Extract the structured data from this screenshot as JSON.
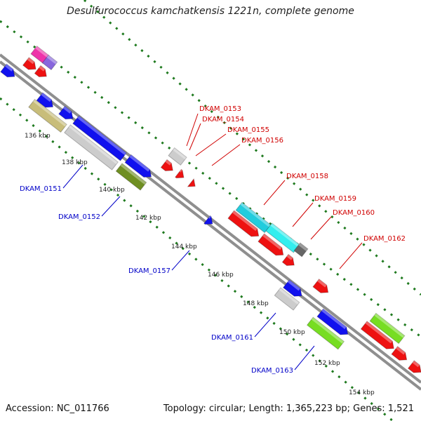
{
  "title": "Desulfurococcus kamchatkensis 1221n, complete genome",
  "footer": {
    "accession": "Accession: NC_011766",
    "topology": "Topology: circular; Length: 1,365,223 bp; Genes: 1,521"
  },
  "colors": {
    "backbone": "#8f8f8f",
    "ruler": "#1f7a1f",
    "forward_label": "#d00000",
    "reverse_label": "#0000c8",
    "tick_label": "#222222"
  },
  "scale": {
    "ticks": [
      "136 kbp",
      "138 kbp",
      "140 kbp",
      "142 kbp",
      "144 kbp",
      "146 kbp",
      "148 kbp",
      "150 kbp",
      "152 kbp",
      "154 kbp"
    ]
  },
  "genes": {
    "forward": [
      {
        "label": "DKAM_0153",
        "color": "red"
      },
      {
        "label": "DKAM_0154",
        "color": "red"
      },
      {
        "label": "DKAM_0155",
        "color": "red"
      },
      {
        "label": "DKAM_0156",
        "color": "red"
      },
      {
        "label": "DKAM_0158",
        "color": "red"
      },
      {
        "label": "DKAM_0159",
        "color": "red"
      },
      {
        "label": "DKAM_0160",
        "color": "red"
      },
      {
        "label": "DKAM_0162",
        "color": "red"
      }
    ],
    "reverse": [
      {
        "label": "DKAM_0151",
        "color": "blue"
      },
      {
        "label": "DKAM_0152",
        "color": "blue"
      },
      {
        "label": "DKAM_0157",
        "color": "blue"
      },
      {
        "label": "DKAM_0161",
        "color": "blue"
      },
      {
        "label": "DKAM_0163",
        "color": "blue"
      }
    ]
  }
}
